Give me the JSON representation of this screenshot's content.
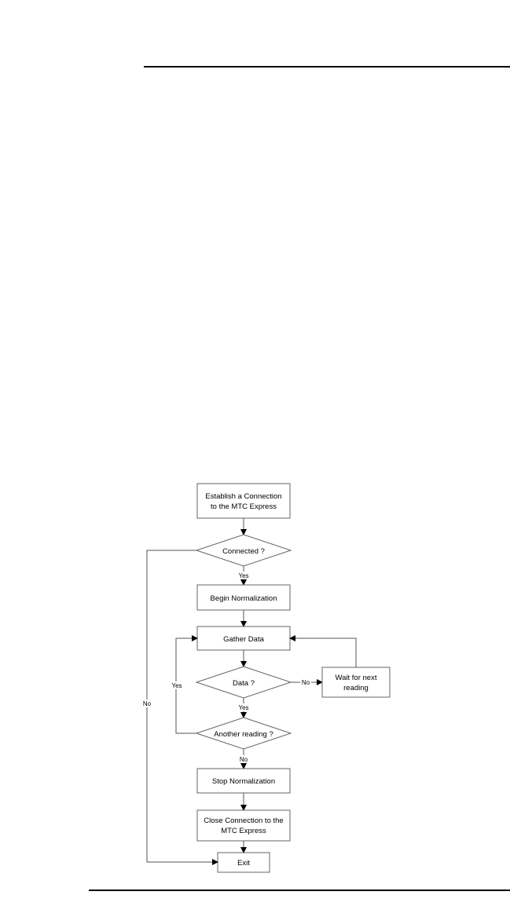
{
  "nodes": {
    "establish": [
      "Establish a Connection",
      "to the MTC Express"
    ],
    "connected": "Connected ?",
    "begin": "Begin Normalization",
    "gather": "Gather Data",
    "data_q": "Data ?",
    "wait": [
      "Wait for next",
      "reading"
    ],
    "another": "Another reading ?",
    "stop": "Stop Normalization",
    "close": [
      "Close Connection to the",
      "MTC Express"
    ],
    "exit": "Exit"
  },
  "edge_labels": {
    "connected_yes": "Yes",
    "connected_no": "No",
    "data_no": "No",
    "data_yes": "Yes",
    "another_yes": "Yes",
    "another_no": "No"
  }
}
